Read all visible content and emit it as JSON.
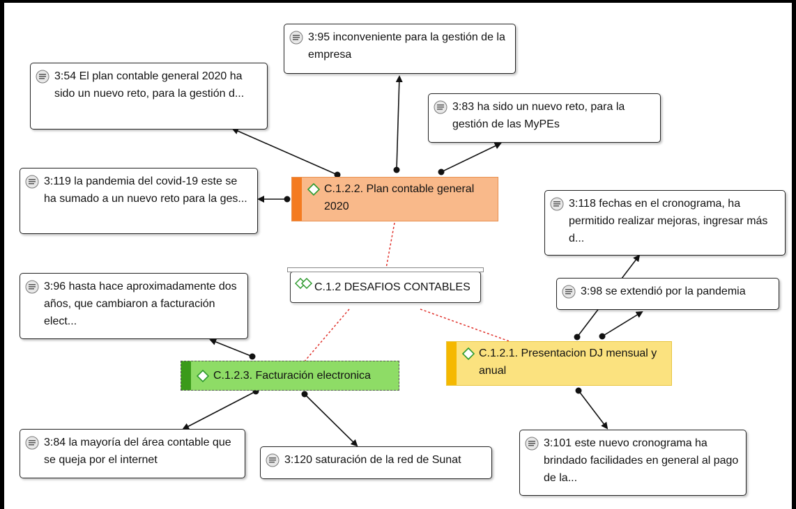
{
  "quotes": [
    {
      "id": "q95",
      "text": "3:95 inconveniente para la gestión de la empresa"
    },
    {
      "id": "q54",
      "text": "3:54 El plan contable general 2020 ha sido un nuevo reto, para la gestión d..."
    },
    {
      "id": "q83",
      "text": "3:83 ha sido un nuevo reto, para la gestión de las MyPEs"
    },
    {
      "id": "q119",
      "text": "3:119 la pandemia del covid-19 este se ha sumado a un nuevo reto para la ges..."
    },
    {
      "id": "q118",
      "text": "3:118 fechas en el cronograma, ha permitido realizar mejoras, ingresar más d..."
    },
    {
      "id": "q96",
      "text": "3:96 hasta hace aproximadamente dos años, que cambiaron a facturación elect..."
    },
    {
      "id": "q98",
      "text": "3:98 se extendió por la pandemia"
    },
    {
      "id": "q84",
      "text": "3:84 la mayoría del área contable que se queja por el internet"
    },
    {
      "id": "q120",
      "text": "3:120 saturación de la red de Sunat"
    },
    {
      "id": "q101",
      "text": "3:101 este nuevo cronograma ha brindado facilidades en general al pago de la..."
    }
  ],
  "codes": [
    {
      "id": "c122",
      "text": "C.1.2.2. Plan contable general 2020",
      "fill": "#f9b98a",
      "bar": "#f47b20"
    },
    {
      "id": "c121",
      "text": "C.1.2.1. Presentacion DJ mensual y anual",
      "fill": "#fbe27f",
      "bar": "#f5b800"
    },
    {
      "id": "c123",
      "text": "C.1.2.3. Facturación electronica",
      "fill": "#8edc66",
      "bar": "#3a9a1a"
    }
  ],
  "group": {
    "text": "C.1.2 DESAFIOS CONTABLES"
  },
  "colors": {
    "link": "#111111",
    "dotted": "#e0302a",
    "diamond": "#2e9a2e"
  }
}
